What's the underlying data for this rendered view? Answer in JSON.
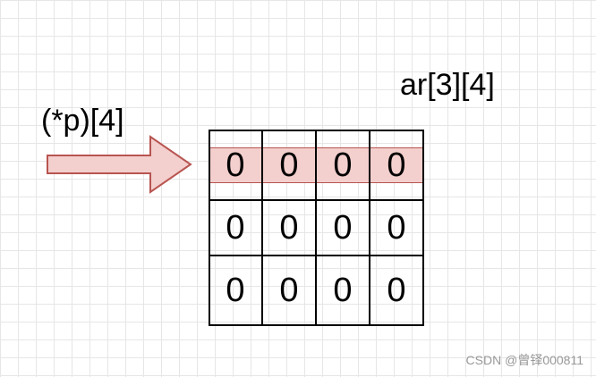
{
  "array_label": "ar[3][4]",
  "pointer_label": "(*p)[4]",
  "rows": [
    [
      "0",
      "0",
      "0",
      "0"
    ],
    [
      "0",
      "0",
      "0",
      "0"
    ],
    [
      "0",
      "0",
      "0",
      "0"
    ]
  ],
  "highlight_color": "#f3cfcd",
  "highlight_border_color": "#b85450",
  "arrow_fill_color": "#f3cfcd",
  "watermark": "CSDN @曾铎000811"
}
